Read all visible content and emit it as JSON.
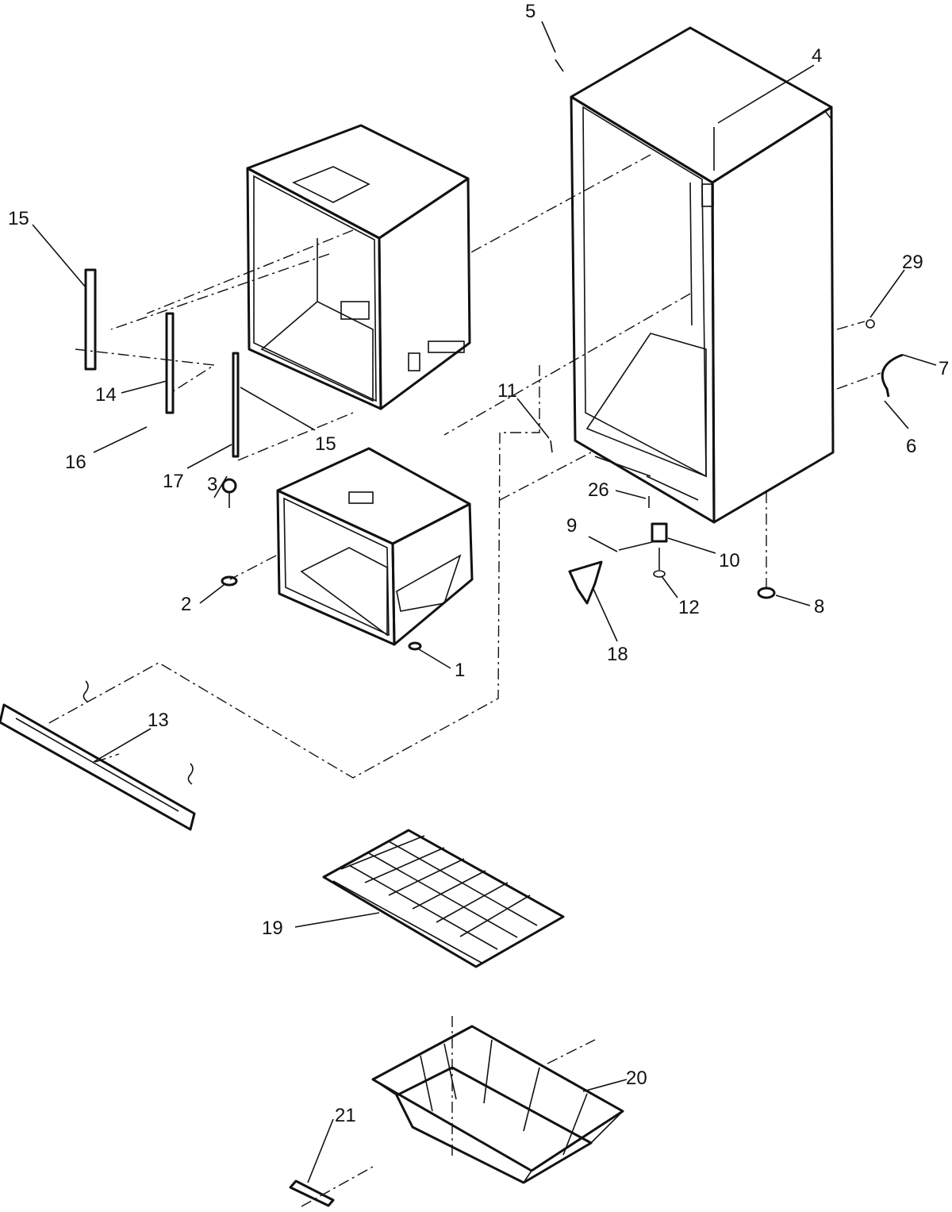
{
  "callouts": [
    {
      "id": "c1",
      "text": "1"
    },
    {
      "id": "c2",
      "text": "2"
    },
    {
      "id": "c3",
      "text": "3"
    },
    {
      "id": "c4",
      "text": "4"
    },
    {
      "id": "c5",
      "text": "5"
    },
    {
      "id": "c6",
      "text": "6"
    },
    {
      "id": "c7",
      "text": "7"
    },
    {
      "id": "c8",
      "text": "8"
    },
    {
      "id": "c9",
      "text": "9"
    },
    {
      "id": "c10",
      "text": "10"
    },
    {
      "id": "c11",
      "text": "11"
    },
    {
      "id": "c12",
      "text": "12"
    },
    {
      "id": "c13",
      "text": "13"
    },
    {
      "id": "c14",
      "text": "14"
    },
    {
      "id": "c15a",
      "text": "15"
    },
    {
      "id": "c15b",
      "text": "15"
    },
    {
      "id": "c16",
      "text": "16"
    },
    {
      "id": "c17",
      "text": "17"
    },
    {
      "id": "c18",
      "text": "18"
    },
    {
      "id": "c19",
      "text": "19"
    },
    {
      "id": "c20",
      "text": "20"
    },
    {
      "id": "c21",
      "text": "21"
    },
    {
      "id": "c26",
      "text": "26"
    },
    {
      "id": "c29",
      "text": "29"
    }
  ]
}
